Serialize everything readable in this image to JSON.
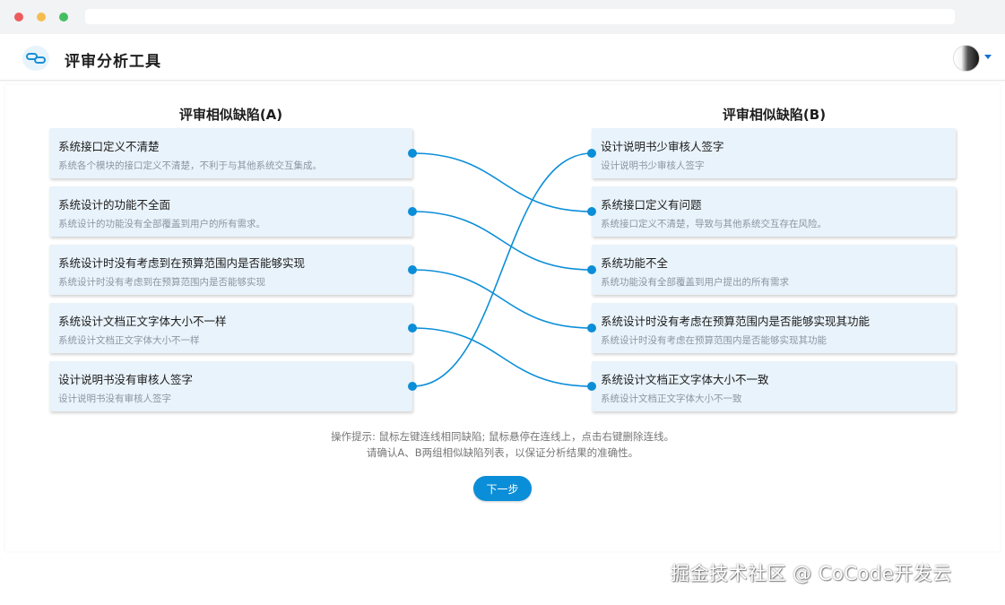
{
  "app": {
    "title": "评审分析工具"
  },
  "columns": {
    "a_title": "评审相似缺陷(A)",
    "b_title": "评审相似缺陷(B)"
  },
  "list_a": [
    {
      "title": "系统接口定义不清楚",
      "desc": "系统各个模块的接口定义不清楚，不利于与其他系统交互集成。"
    },
    {
      "title": "系统设计的功能不全面",
      "desc": "系统设计的功能没有全部覆盖到用户的所有需求。"
    },
    {
      "title": "系统设计时没有考虑到在预算范围内是否能够实现",
      "desc": "系统设计时没有考虑到在预算范围内是否能够实现"
    },
    {
      "title": "系统设计文档正文字体大小不一样",
      "desc": "系统设计文档正文字体大小不一样"
    },
    {
      "title": "设计说明书没有审核人签字",
      "desc": "设计说明书没有审核人签字"
    }
  ],
  "list_b": [
    {
      "title": "设计说明书少审核人签字",
      "desc": "设计说明书少审核人签字"
    },
    {
      "title": "系统接口定义有问题",
      "desc": "系统接口定义不清楚，导致与其他系统交互存在风险。"
    },
    {
      "title": "系统功能不全",
      "desc": "系统功能没有全部覆盖到用户提出的所有需求"
    },
    {
      "title": "系统设计时没有考虑在预算范围内是否能够实现其功能",
      "desc": "系统设计时没有考虑在预算范围内是否能够实现其功能"
    },
    {
      "title": "系统设计文档正文字体大小不一致",
      "desc": "系统设计文档正文字体大小不一致"
    }
  ],
  "links": [
    [
      0,
      1
    ],
    [
      1,
      2
    ],
    [
      2,
      3
    ],
    [
      3,
      4
    ],
    [
      4,
      0
    ]
  ],
  "hints": {
    "line1": "操作提示: 鼠标左键连线相同缺陷; 鼠标悬停在连线上，点击右键删除连线。",
    "line2": "请确认A、B两组相似缺陷列表，以保证分析结果的准确性。"
  },
  "next_label": "下一步",
  "watermark": "掘金技术社区 @ CoCode开发云",
  "colors": {
    "accent": "#0b8ed8",
    "card_bg": "#e9f3fb"
  },
  "icons": {
    "logo": "link-logo-icon",
    "avatar": "user-avatar"
  }
}
